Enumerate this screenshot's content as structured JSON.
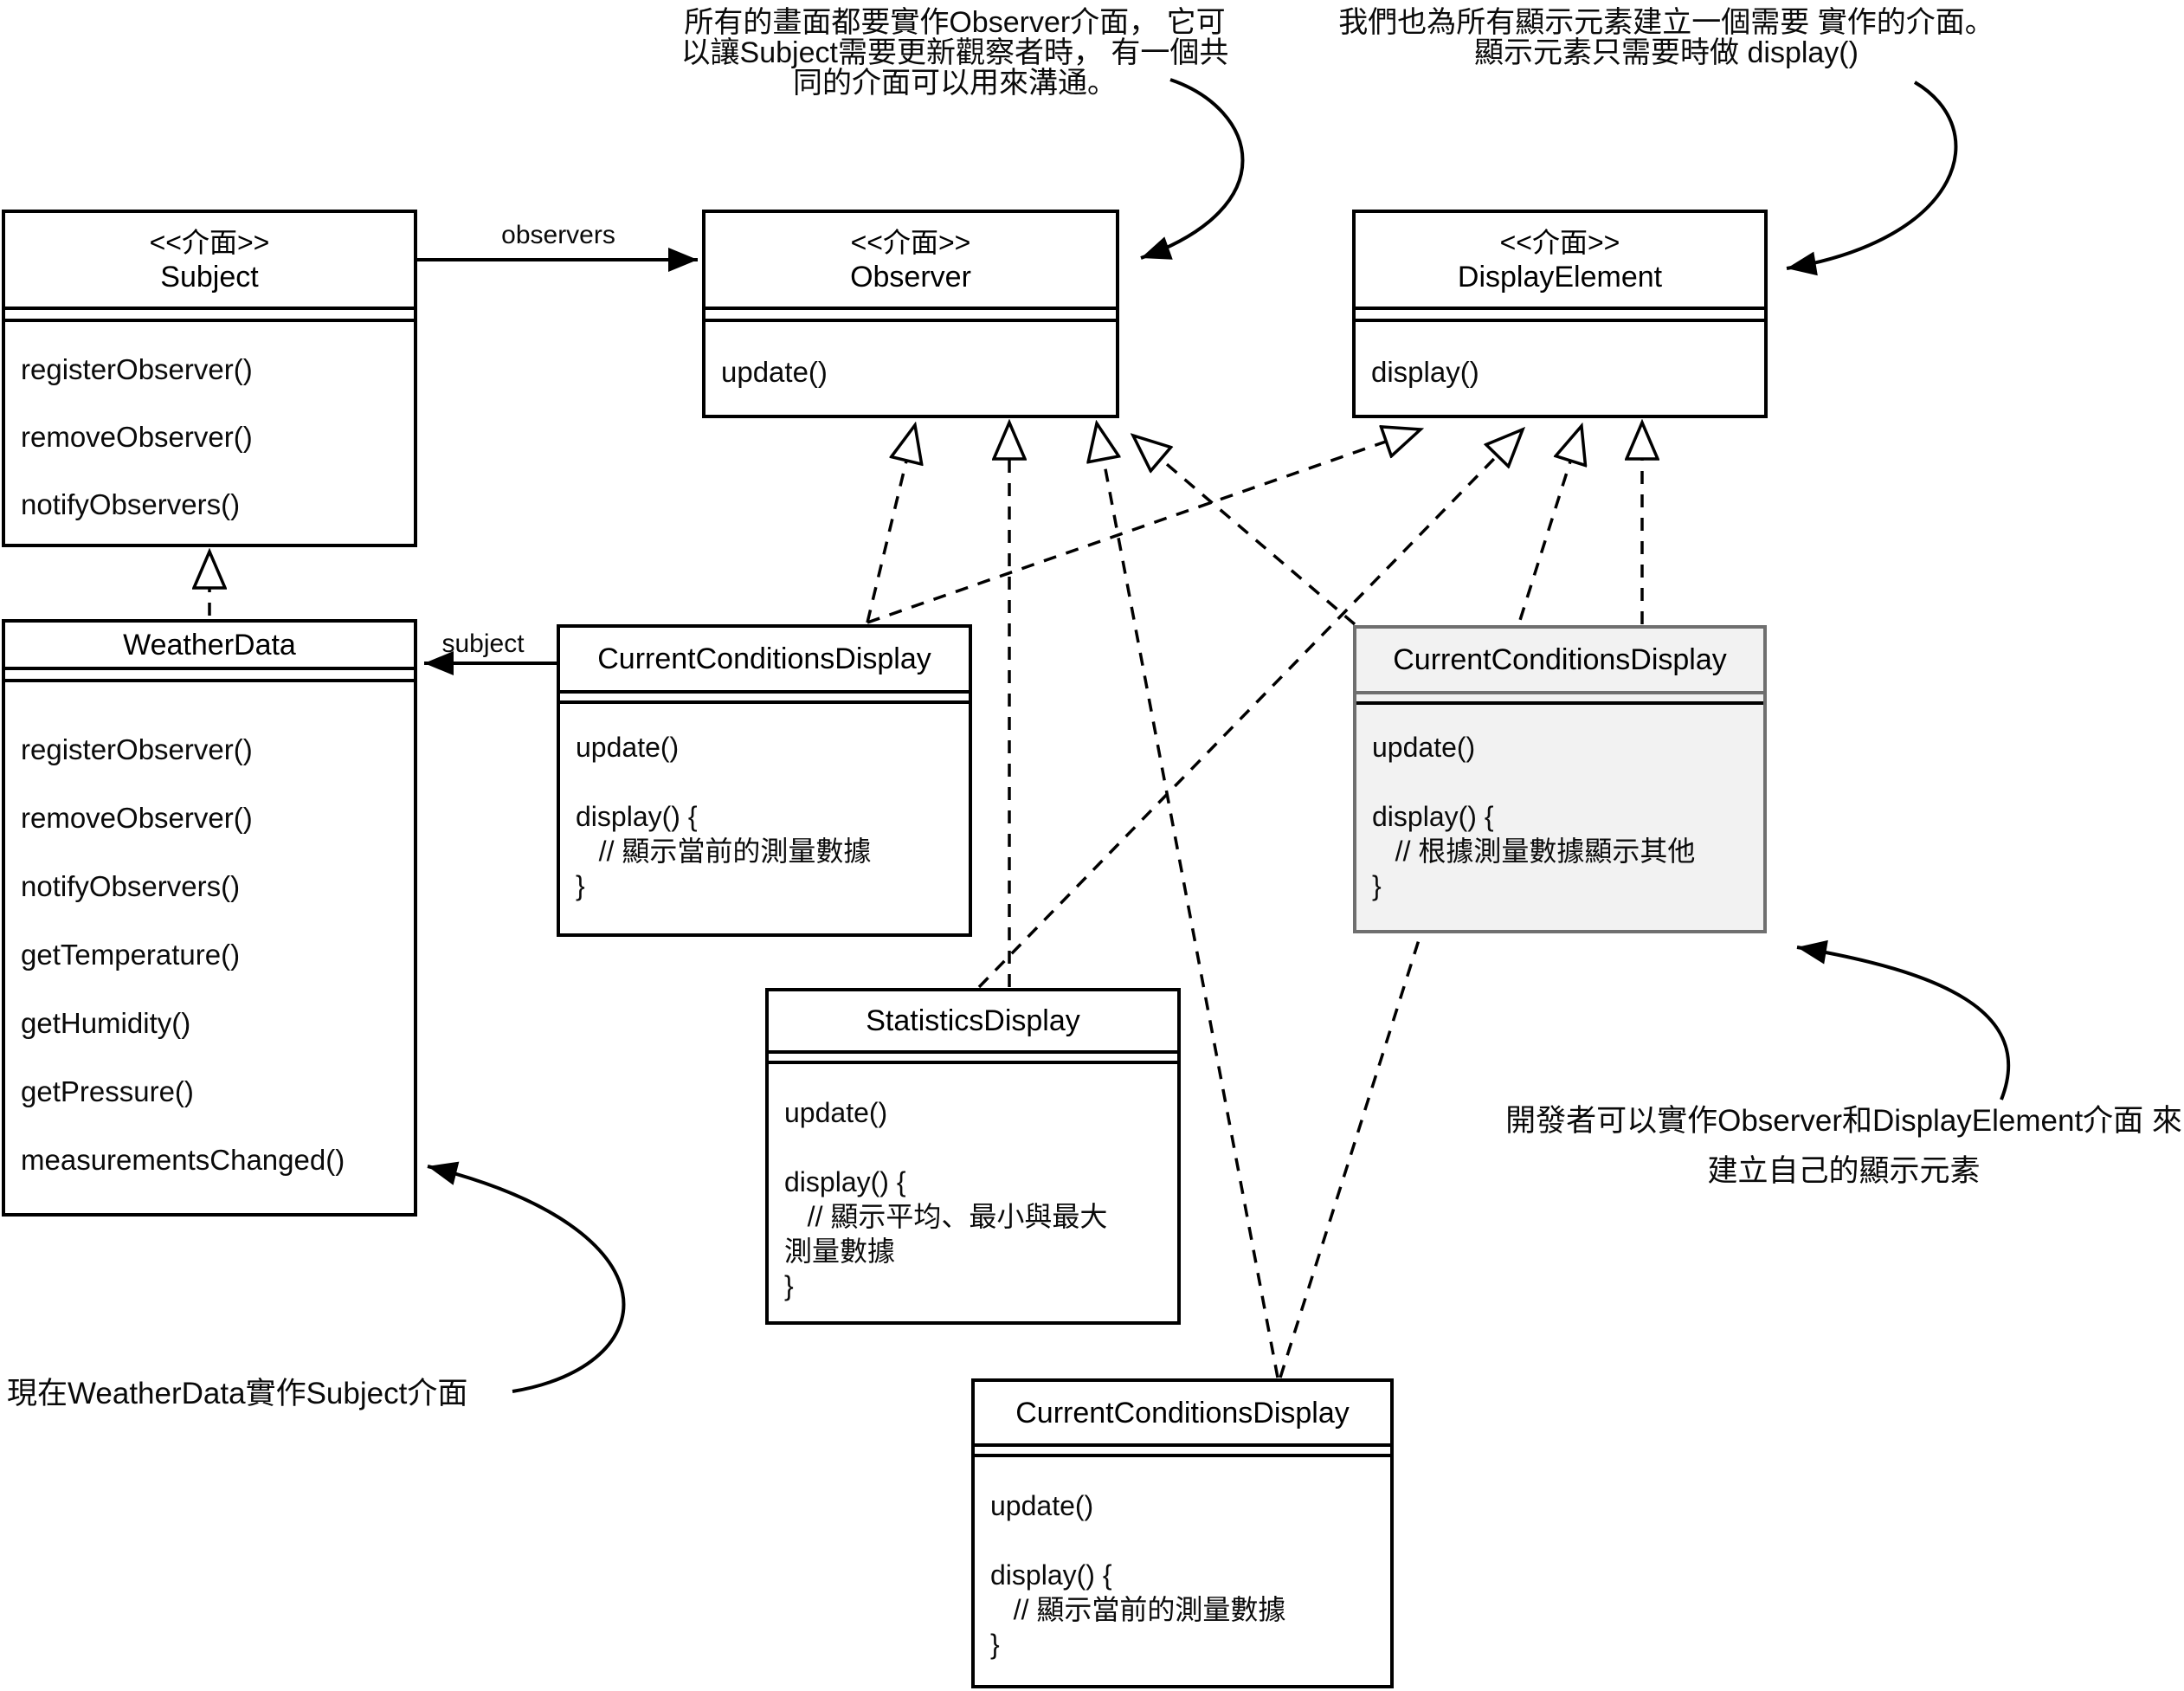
{
  "diagram_title": "Observer pattern UML class diagram (Weather Station)",
  "notes": {
    "observer_note": [
      "所有的畫面都要實作Observer介面，",
      "它可以讓Subject需要更新觀察者時，",
      "有一個共同的介面可以用來溝通。"
    ],
    "display_note": [
      "我們也為所有顯示元素建立一個需要",
      "實作的介面。顯示元素只需要時做",
      "display()"
    ],
    "weatherdata_note": "現在WeatherData實作Subject介面",
    "developer_note": [
      "開發者可以實作Observer和DisplayElement介面",
      "來建立自己的顯示元素"
    ]
  },
  "labels": {
    "observers": "observers",
    "subject": "subject"
  },
  "classes": {
    "subject": {
      "stereotype": "<<介面>>",
      "name": "Subject",
      "members": [
        "registerObserver()",
        "removeObserver()",
        "notifyObservers()"
      ]
    },
    "observer": {
      "stereotype": "<<介面>>",
      "name": "Observer",
      "members": [
        "update()"
      ]
    },
    "display_element": {
      "stereotype": "<<介面>>",
      "name": "DisplayElement",
      "members": [
        "display()"
      ]
    },
    "weather_data": {
      "name": "WeatherData",
      "members": [
        "registerObserver()",
        "removeObserver()",
        "notifyObservers()",
        "getTemperature()",
        "getHumidity()",
        "getPressure()",
        "measurementsChanged()"
      ]
    },
    "ccd_left": {
      "name": "CurrentConditionsDisplay",
      "body": [
        "update()",
        "",
        "display() {",
        "   // 顯示當前的測量數據",
        "}"
      ]
    },
    "ccd_gray": {
      "name": "CurrentConditionsDisplay",
      "body": [
        "update()",
        "",
        "display() {",
        "   // 根據測量數據顯示其他",
        "}"
      ]
    },
    "stats": {
      "name": "StatisticsDisplay",
      "body": [
        "update()",
        "",
        "display() {",
        "   // 顯示平均、最小與最大",
        "測量數據",
        "}"
      ]
    },
    "ccd_bottom": {
      "name": "CurrentConditionsDisplay",
      "body": [
        "update()",
        "",
        "display() {",
        "   // 顯示當前的測量數據",
        "}"
      ]
    }
  },
  "colors": {
    "line": "#000000",
    "box_fill": "#ffffff",
    "highlight_fill": "#f2f2f2",
    "highlight_border": "#6f6f6f"
  }
}
